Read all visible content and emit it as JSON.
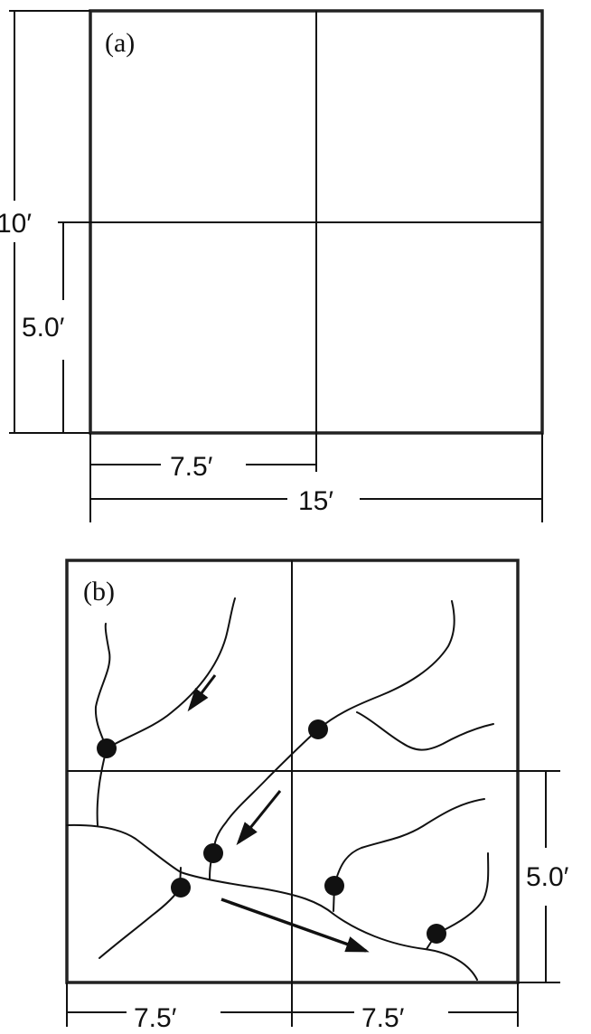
{
  "panel_a": {
    "label": "(a)",
    "dims": {
      "left_outer": "10′",
      "left_inner": "5.0′",
      "bottom_inner": "7.5′",
      "bottom_outer": "15′"
    }
  },
  "panel_b": {
    "label": "(b)",
    "dims": {
      "right": "5.0′",
      "bottom_left": "7.5′",
      "bottom_right": "7.5′"
    },
    "junction_count": 6,
    "flow_arrow_count": 3
  }
}
